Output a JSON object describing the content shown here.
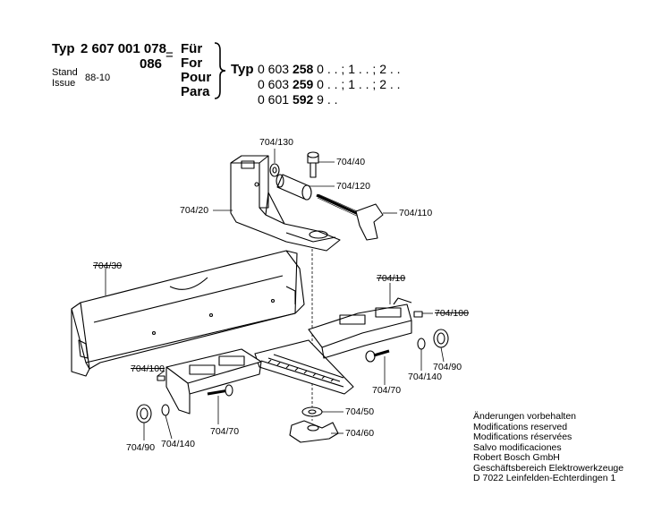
{
  "header": {
    "typ_label": "Typ",
    "typ_number": "2 607 001 078",
    "typ_suffix": "086",
    "stand_label": "Stand",
    "issue_label": "Issue",
    "stand_value": "88-10",
    "equals": "=",
    "languages": [
      "Für",
      "For",
      "Pour",
      "Para"
    ],
    "brace": "}",
    "typ2_label": "Typ",
    "models": [
      {
        "prefix": "0 603 ",
        "bold": "258",
        "suffix": " 0 . . ; 1 . . ; 2 . ."
      },
      {
        "prefix": "0 603 ",
        "bold": "259",
        "suffix": " 0 . . ; 1 . . ; 2 . ."
      },
      {
        "prefix": "0 601 ",
        "bold": "592",
        "suffix": " 9 . ."
      }
    ]
  },
  "parts": {
    "p704_130": "704/130",
    "p704_40": "704/40",
    "p704_120": "704/120",
    "p704_20": "704/20",
    "p704_110": "704/110",
    "p704_30": "704/30",
    "p704_10": "704/10",
    "p704_100_right": "704/100",
    "p704_100_left": "704/100",
    "p704_90_right": "704/90",
    "p704_140_right": "704/140",
    "p704_70_right": "704/70",
    "p704_70_left": "704/70",
    "p704_50": "704/50",
    "p704_60": "704/60",
    "p704_90_left": "704/90",
    "p704_140_left": "704/140"
  },
  "notes": {
    "lines": [
      "Änderungen vorbehalten",
      "Modifications reserved",
      "Modifications réservées",
      "Salvo modificaciones"
    ],
    "company": [
      "Robert Bosch GmbH",
      "Geschäftsbereich Elektrowerkzeuge",
      "D 7022 Leinfelden-Echterdingen 1"
    ]
  }
}
